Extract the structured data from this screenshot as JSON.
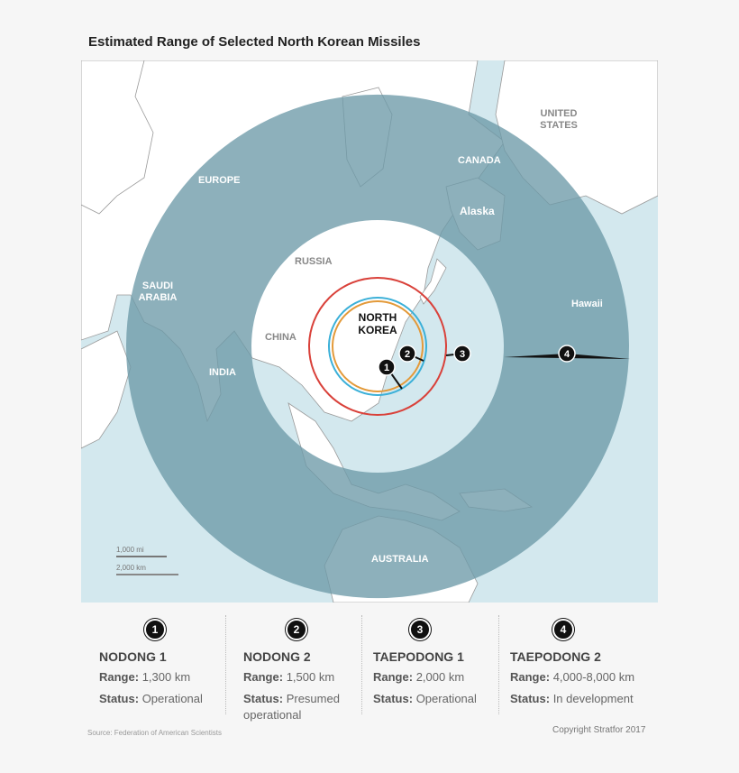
{
  "title": "Estimated Range of Selected North Korean Missiles",
  "colors": {
    "ocean": "#d3e8ee",
    "land": "#ffffff",
    "border": "#9a9a9a",
    "ring": "#6d9aa8",
    "nodong1": "#e39a3a",
    "nodong2": "#3bb0d8",
    "taepodong1": "#d9413a",
    "marker": "#111111"
  },
  "map_labels": {
    "united_states": "UNITED STATES",
    "canada": "CANADA",
    "alaska": "Alaska",
    "europe": "EUROPE",
    "russia": "RUSSIA",
    "saudi_arabia": "SAUDI ARABIA",
    "china": "CHINA",
    "north_korea": "NORTH KOREA",
    "india": "INDIA",
    "hawaii": "Hawaii",
    "australia": "AUSTRALIA"
  },
  "markers": [
    "1",
    "2",
    "3",
    "4"
  ],
  "scale": {
    "miles": "1,000 mi",
    "km": "2,000 km"
  },
  "missiles": [
    {
      "number": "1",
      "name": "NODONG 1",
      "range_label": "Range:",
      "range": "1,300 km",
      "status_label": "Status:",
      "status": "Operational"
    },
    {
      "number": "2",
      "name": "NODONG 2",
      "range_label": "Range:",
      "range": "1,500 km",
      "status_label": "Status:",
      "status": "Presumed operational"
    },
    {
      "number": "3",
      "name": "TAEPODONG 1",
      "range_label": "Range:",
      "range": "2,000 km",
      "status_label": "Status:",
      "status": "Operational"
    },
    {
      "number": "4",
      "name": "TAEPODONG 2",
      "range_label": "Range:",
      "range": "4,000-8,000 km",
      "status_label": "Status:",
      "status": "In development"
    }
  ],
  "source": "Source: Federation of American Scientists",
  "copyright": "Copyright Stratfor 2017"
}
